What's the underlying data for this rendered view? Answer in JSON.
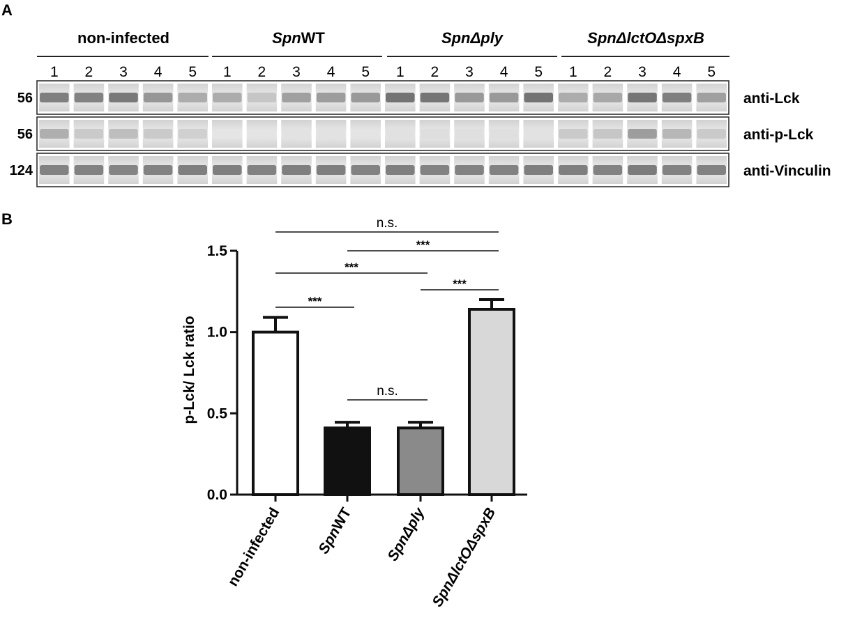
{
  "panel_labels": {
    "a": "A",
    "b": "B"
  },
  "blot": {
    "groups": [
      {
        "prefix": "",
        "italic": "",
        "suffix": "non-infected"
      },
      {
        "prefix": "",
        "italic": "Spn",
        "suffix": "WT"
      },
      {
        "prefix": "",
        "italic": "SpnΔply",
        "suffix": ""
      },
      {
        "prefix": "",
        "italic": "SpnΔlctOΔspxB",
        "suffix": ""
      }
    ],
    "lane_numbers": [
      "1",
      "2",
      "3",
      "4",
      "5",
      "1",
      "2",
      "3",
      "4",
      "5",
      "1",
      "2",
      "3",
      "4",
      "5",
      "1",
      "2",
      "3",
      "4",
      "5"
    ],
    "rows": [
      {
        "marker": "56",
        "antibody": "anti-Lck",
        "intensity": [
          0.72,
          0.7,
          0.76,
          0.56,
          0.42,
          0.42,
          0.25,
          0.5,
          0.52,
          0.55,
          0.8,
          0.78,
          0.55,
          0.55,
          0.8,
          0.42,
          0.45,
          0.78,
          0.72,
          0.5
        ]
      },
      {
        "marker": "56",
        "antibody": "anti-p-Lck",
        "intensity": [
          0.4,
          0.22,
          0.3,
          0.22,
          0.18,
          0.04,
          0.05,
          0.06,
          0.06,
          0.05,
          0.07,
          0.09,
          0.08,
          0.08,
          0.06,
          0.22,
          0.25,
          0.52,
          0.35,
          0.22
        ]
      },
      {
        "marker": "124",
        "antibody": "anti-Vinculin",
        "intensity": [
          0.7,
          0.7,
          0.68,
          0.7,
          0.72,
          0.72,
          0.7,
          0.72,
          0.72,
          0.7,
          0.72,
          0.7,
          0.7,
          0.7,
          0.72,
          0.72,
          0.7,
          0.74,
          0.7,
          0.7
        ]
      }
    ]
  },
  "chart_data": {
    "type": "bar",
    "categories": [
      {
        "label": "non-infected",
        "prefix": "",
        "italic": "",
        "suffix": "non-infected"
      },
      {
        "label": "SpnWT",
        "prefix": "",
        "italic": "Spn",
        "suffix": "WT"
      },
      {
        "label": "SpnΔply",
        "prefix": "",
        "italic": "SpnΔply",
        "suffix": ""
      },
      {
        "label": "SpnΔlctOΔspxB",
        "prefix": "",
        "italic": "SpnΔlctOΔspxB",
        "suffix": ""
      }
    ],
    "values": [
      1.0,
      0.41,
      0.41,
      1.14
    ],
    "errors": [
      0.09,
      0.035,
      0.035,
      0.06
    ],
    "colors": [
      "#ffffff",
      "#111111",
      "#8a8a8a",
      "#d8d8d8"
    ],
    "ylabel": "p-Lck/ Lck ratio",
    "ylim": [
      0,
      1.5
    ],
    "yticks": [
      "0.0",
      "0.5",
      "1.0",
      "1.5"
    ],
    "ytick_values": [
      0,
      0.5,
      1.0,
      1.5
    ],
    "significance": [
      {
        "from": 0,
        "to": 3,
        "label": "n.s."
      },
      {
        "from": 1,
        "to": 3,
        "label": "***"
      },
      {
        "from": 0,
        "to": 2,
        "label": "***"
      },
      {
        "from": 0,
        "to": 1,
        "label": "***"
      },
      {
        "from": 2,
        "to": 3,
        "label": "***"
      },
      {
        "from": 1,
        "to": 2,
        "label": "n.s."
      }
    ]
  }
}
